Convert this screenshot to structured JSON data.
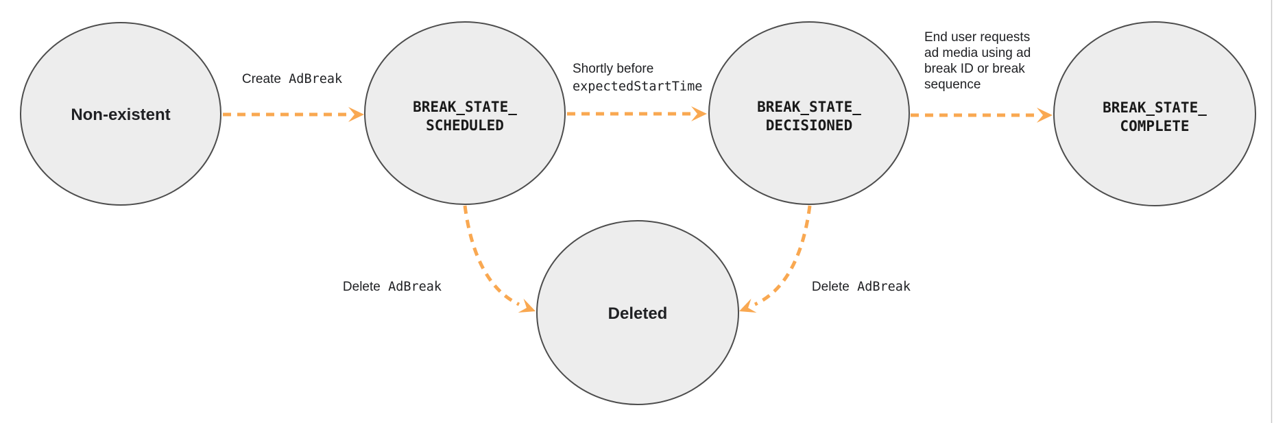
{
  "title": "Ad break lifecycle state diagram",
  "colors": {
    "arrow": "#F9A851",
    "node_fill": "#EDEDED",
    "node_stroke": "#4D4D4D",
    "text": "#202124",
    "page_edge": "#C9C9C9"
  },
  "states": [
    {
      "name": "non-existent",
      "label": "Non-existent"
    },
    {
      "name": "break-state-scheduled",
      "line1": "BREAK_STATE_",
      "line2": "SCHEDULED"
    },
    {
      "name": "break-state-decisioned",
      "line1": "BREAK_STATE_",
      "line2": "DECISIONED"
    },
    {
      "name": "break-state-complete",
      "line1": "BREAK_STATE_",
      "line2": "COMPLETE"
    },
    {
      "name": "deleted",
      "label": "Deleted"
    }
  ],
  "transitions": [
    {
      "name": "create-adbreak",
      "from": "non-existent",
      "to": "break-state-scheduled",
      "label_plain": "Create",
      "label_code": "AdBreak"
    },
    {
      "name": "shortly-before-expected-start-time",
      "from": "break-state-scheduled",
      "to": "break-state-decisioned",
      "label_plain": "Shortly before",
      "label_code": "expectedStartTime"
    },
    {
      "name": "end-user-requests-ad-media",
      "from": "break-state-decisioned",
      "to": "break-state-complete",
      "label_lines": [
        "End user requests",
        "ad media using ad",
        "break ID or break",
        "sequence"
      ]
    },
    {
      "name": "delete-adbreak-from-scheduled",
      "from": "break-state-scheduled",
      "to": "deleted",
      "label_plain": "Delete",
      "label_code": "AdBreak"
    },
    {
      "name": "delete-adbreak-from-decisioned",
      "from": "break-state-decisioned",
      "to": "deleted",
      "label_plain": "Delete",
      "label_code": "AdBreak"
    }
  ]
}
